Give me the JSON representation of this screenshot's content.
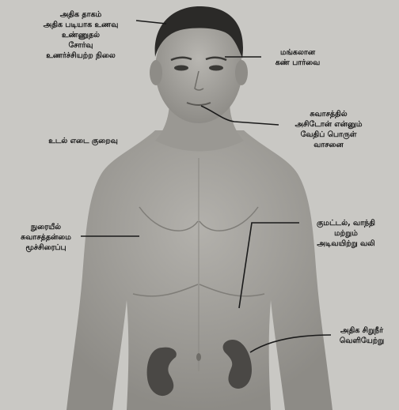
{
  "labels": {
    "symptoms_top": {
      "lines": [
        "அதிக தாகம்",
        "அதிக படியாக உணவு",
        "உண்ணுதல்",
        "சோர்வு",
        "உணர்ச்சியற்ற நிலை"
      ]
    },
    "blurred_vision": {
      "lines": [
        "மங்கலான",
        "கண் பார்வை"
      ]
    },
    "acetone_breath": {
      "lines": [
        "சுவாசத்தில்",
        "அசிடோன் என்னும்",
        "வேதிப் பொருள்",
        "வாசனை"
      ]
    },
    "weight_loss": {
      "lines": [
        "உடல் எடை குறைவு"
      ]
    },
    "lung_breathing": {
      "lines": [
        "நுரையீல்",
        "சுவாசத்தன்மை",
        "மூச்சிரைப்பு"
      ]
    },
    "nausea_abdominal": {
      "lines": [
        "குமட்டல், வாந்தி",
        "மற்றும்",
        "அடிவயிற்று வலி"
      ]
    },
    "frequent_urination": {
      "lines": [
        "அதிக சிறுநீர்",
        "வெளியேற்று"
      ]
    }
  },
  "colors": {
    "background": "#c9c8c4",
    "skin": "#a3a19c",
    "skin_shadow": "#7f7d78",
    "hair": "#2b2a28",
    "organ": "#4a4845",
    "text": "#161616",
    "pointer": "#1a1a1a"
  }
}
